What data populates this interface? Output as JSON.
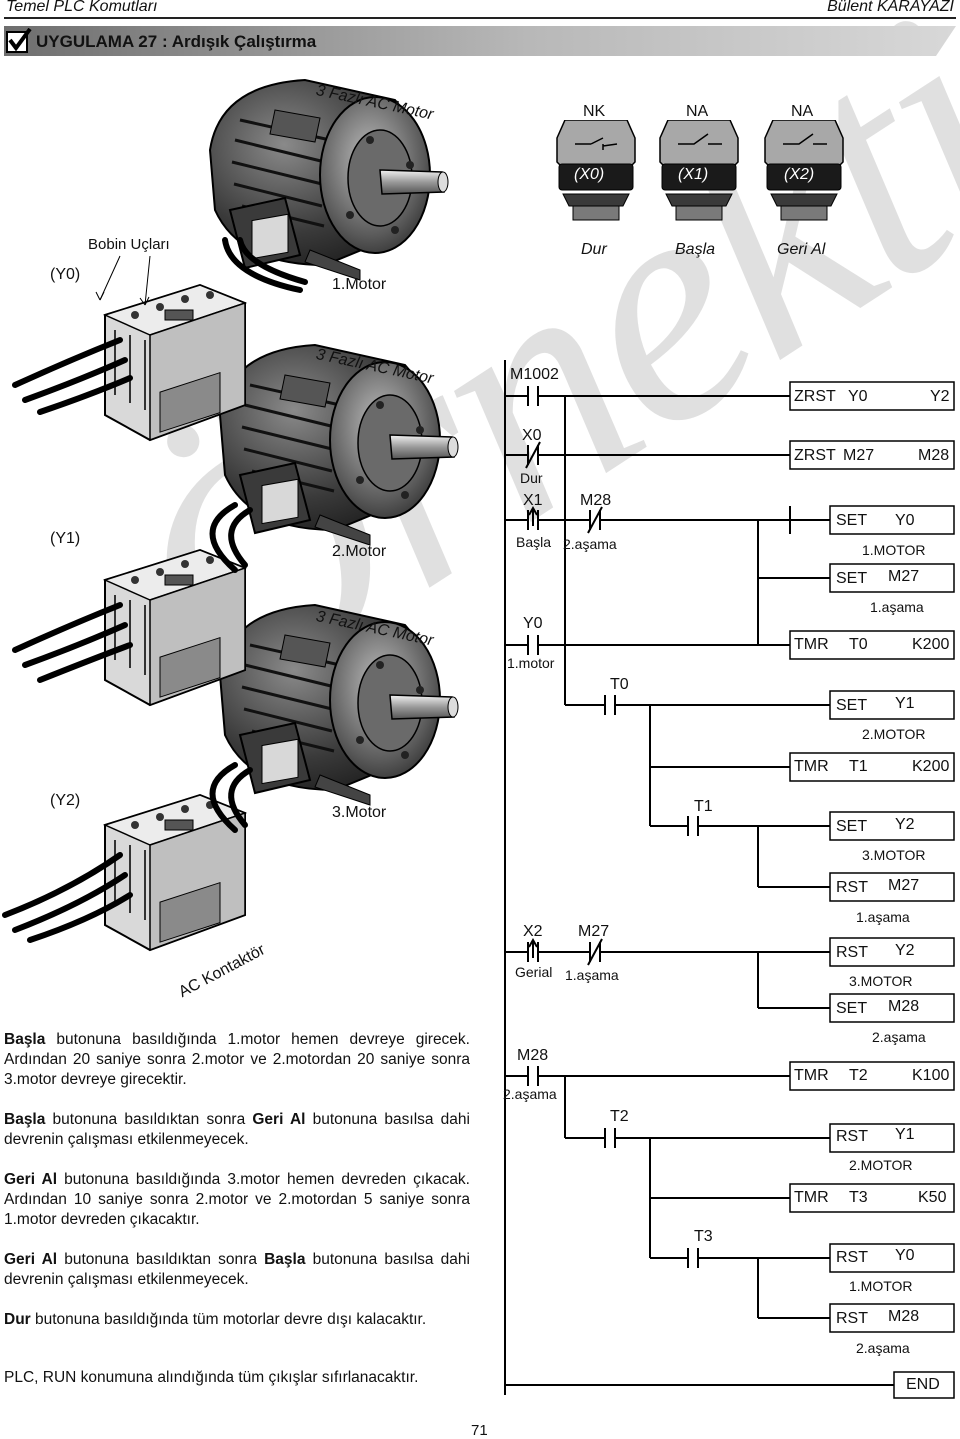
{
  "header": {
    "left": "Temel PLC Komutları",
    "right": "Bülent KARAYAZI"
  },
  "banner": {
    "title": "UYGULAMA 27 : Ardışık Çalıştırma"
  },
  "watermark": "Örnektir",
  "motors": [
    {
      "caption": "3 Fazlı AC Motor",
      "name": "1.Motor",
      "output": "(Y0)"
    },
    {
      "caption": "3 Fazlı AC Motor",
      "name": "2.Motor",
      "output": "(Y1)"
    },
    {
      "caption": "3 Fazlı AC Motor",
      "name": "3.Motor",
      "output": "(Y2)"
    }
  ],
  "labels": {
    "coil_terminals": "Bobin Uçları",
    "contactor": "AC Kontaktör"
  },
  "buttons": [
    {
      "type": "NK",
      "input": "(X0)",
      "name": "Dur"
    },
    {
      "type": "NA",
      "input": "(X1)",
      "name": "Başla"
    },
    {
      "type": "NA",
      "input": "(X2)",
      "name": "Geri Al"
    }
  ],
  "ladder": {
    "contacts": {
      "m1002": "M1002",
      "x0": "X0",
      "x0_sub": "Dur",
      "x1": "X1",
      "x1_sub": "Başla",
      "m28a": "M28",
      "m28a_sub": "2.aşama",
      "y0": "Y0",
      "y0_sub": "1.motor",
      "t0": "T0",
      "t1": "T1",
      "x2": "X2",
      "x2_sub": "Gerial",
      "m27": "M27",
      "m27_sub": "1.aşama",
      "m28b": "M28",
      "m28b_sub": "2.aşama",
      "t2": "T2",
      "t3": "T3"
    },
    "instr": {
      "zrst1_op": "ZRST",
      "zrst1_a": "Y0",
      "zrst1_b": "Y2",
      "zrst2_op": "ZRST",
      "zrst2_a": "M27",
      "zrst2_b": "M28",
      "set_y0_op": "SET",
      "set_y0_a": "Y0",
      "set_y0_c": "1.MOTOR",
      "set_m27_op": "SET",
      "set_m27_a": "M27",
      "set_m27_c": "1.aşama",
      "tmr_t0_op": "TMR",
      "tmr_t0_a": "T0",
      "tmr_t0_b": "K200",
      "set_y1_op": "SET",
      "set_y1_a": "Y1",
      "set_y1_c": "2.MOTOR",
      "tmr_t1_op": "TMR",
      "tmr_t1_a": "T1",
      "tmr_t1_b": "K200",
      "set_y2_op": "SET",
      "set_y2_a": "Y2",
      "set_y2_c": "3.MOTOR",
      "rst_m27_op": "RST",
      "rst_m27_a": "M27",
      "rst_m27_c": "1.aşama",
      "rst_y2_op": "RST",
      "rst_y2_a": "Y2",
      "rst_y2_c": "3.MOTOR",
      "set_m28_op": "SET",
      "set_m28_a": "M28",
      "set_m28_c": "2.aşama",
      "tmr_t2_op": "TMR",
      "tmr_t2_a": "T2",
      "tmr_t2_b": "K100",
      "rst_y1_op": "RST",
      "rst_y1_a": "Y1",
      "rst_y1_c": "2.MOTOR",
      "tmr_t3_op": "TMR",
      "tmr_t3_a": "T3",
      "tmr_t3_b": "K50",
      "rst_y0_op": "RST",
      "rst_y0_a": "Y0",
      "rst_y0_c": "1.MOTOR",
      "rst_m28_op": "RST",
      "rst_m28_a": "M28",
      "rst_m28_c": "2.aşama",
      "end": "END"
    }
  },
  "text": {
    "p1_b": "Başla",
    "p1": " butonuna basıldığında 1.motor hemen devreye girecek. Ardından 20 saniye sonra 2.motor ve 2.motordan 20 saniye sonra 3.motor devreye girecektir.",
    "p2_b1": "Başla",
    "p2_a": " butonuna basıldıktan sonra ",
    "p2_b2": "Geri Al",
    "p2_c": " butonuna basılsa dahi devrenin çalışması etkilenmeyecek.",
    "p3_b": "Geri Al",
    "p3": " butonuna basıldığında 3.motor hemen devreden çıkacak. Ardından 10 saniye sonra 2.motor ve 2.motordan 5 saniye sonra 1.motor devreden çıkacaktır.",
    "p4_b1": "Geri Al",
    "p4_a": " butonuna basıldıktan sonra ",
    "p4_b2": "Başla",
    "p4_c": " butonuna basılsa dahi devrenin çalışması etkilenmeyecek.",
    "p5_b": "Dur",
    "p5": " butonuna basıldığında tüm motorlar devre dışı kalacaktır.",
    "p6": "PLC, RUN konumuna alındığında tüm çıkışlar sıfırlanacaktır."
  },
  "page_number": "71"
}
